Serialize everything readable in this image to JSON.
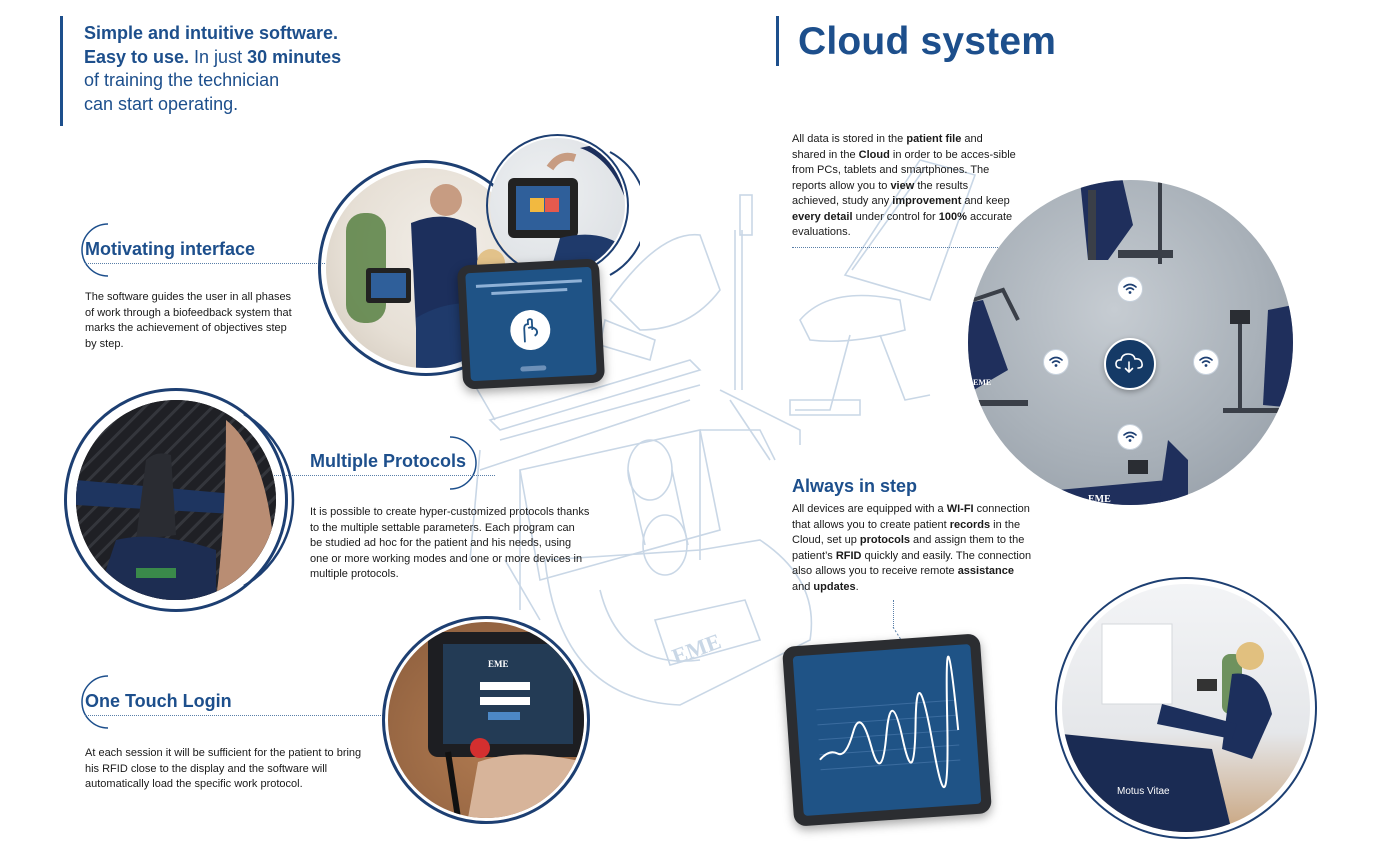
{
  "intro": {
    "part1": "Simple and intuitive software.",
    "part2": "Easy to use.",
    "part3": " In just ",
    "part4": "30 minutes",
    "part5": "of training the technician",
    "part6": "can start operating."
  },
  "cloud": {
    "title": "Cloud system",
    "p1": "All data is stored in the ",
    "p2": "patient file",
    "p3": " and shared in the ",
    "p4": "Cloud",
    "p5": " in order to be acces-sible from PCs, tablets and smartphones. The reports allow you to ",
    "p6": "view",
    "p7": " the results achieved, study any ",
    "p8": "improvement",
    "p9": " and keep ",
    "p10": "every detail",
    "p11": " under control for ",
    "p12": "100%",
    "p13": " accurate evaluations."
  },
  "motivating": {
    "title": "Motivating interface",
    "body": "The software guides the user in all phases of work through a biofeedback system that marks the achievement of objectives step by step."
  },
  "protocols": {
    "title": "Multiple Protocols",
    "body": "It is possible to create hyper-customized protocols thanks to the multiple settable parameters. Each program can be studied ad hoc for the patient and his needs, using one or more working modes and one or more devices in multiple protocols."
  },
  "login": {
    "title": "One Touch Login",
    "body": "At each session it will be sufficient for the patient to bring his RFID close to the display and the software will automatically load the specific work protocol."
  },
  "always": {
    "title": "Always in step",
    "p1": "All devices are equipped with a ",
    "p2": "WI-FI",
    "p3": " connection that allows you to create patient ",
    "p4": "records",
    "p5": " in the Cloud, set up ",
    "p6": "protocols",
    "p7": " and assign them to the patient’s ",
    "p8": "RFID",
    "p9": " quickly and easily. The connection also allows you to receive remote ",
    "p10": "assistance",
    "p11": " and ",
    "p12": "updates",
    "p13": "."
  },
  "brand": {
    "logo": "EME",
    "device_name": "Motus Vitae"
  },
  "colors": {
    "accent": "#1d4f8c",
    "dark_navy": "#153a66",
    "tablet_screen": "#1f5386"
  }
}
